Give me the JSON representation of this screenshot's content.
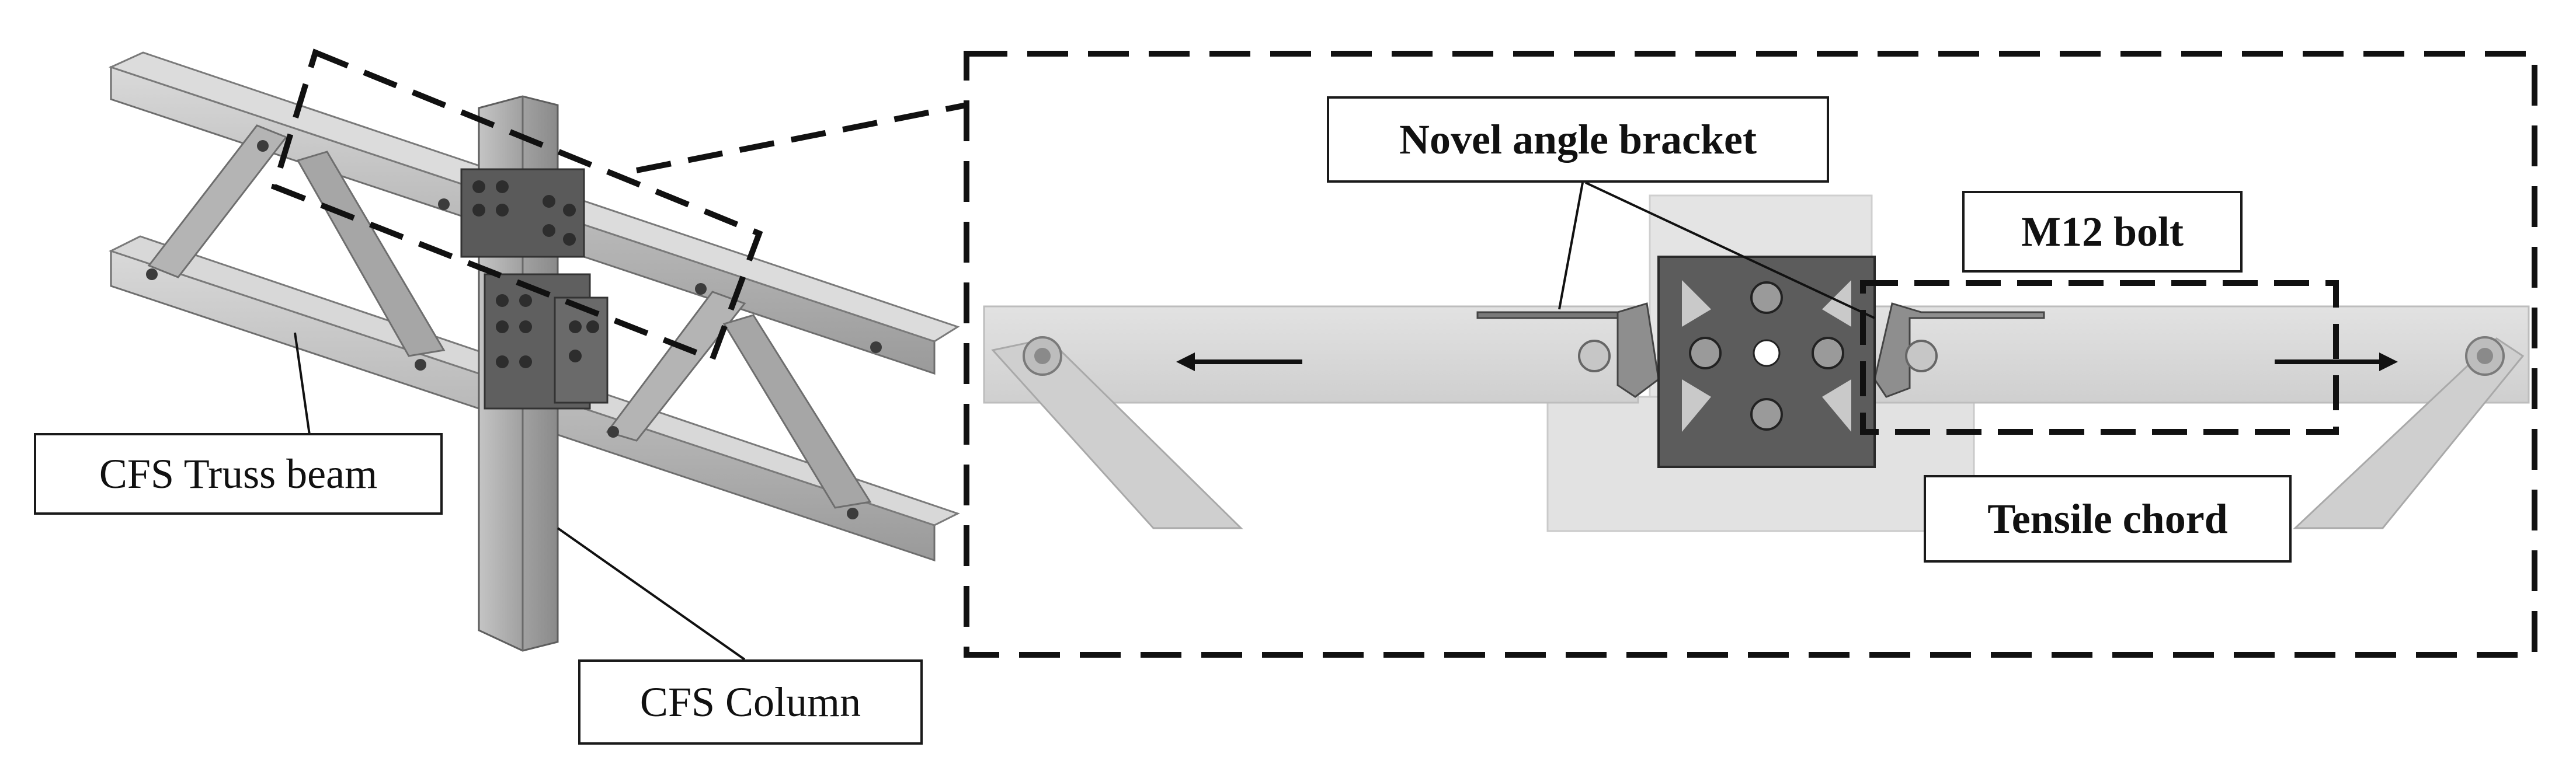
{
  "labels": {
    "truss_beam": "CFS Truss beam",
    "column": "CFS Column",
    "angle_bracket": "Novel angle bracket",
    "bolt": "M12 bolt",
    "tensile_chord": "Tensile chord"
  },
  "colors": {
    "steel_light": "#c9c9c9",
    "steel_mid": "#a9a9a9",
    "steel_dark": "#7d7d7d",
    "plate_dark": "#555555",
    "outline": "#111111"
  }
}
